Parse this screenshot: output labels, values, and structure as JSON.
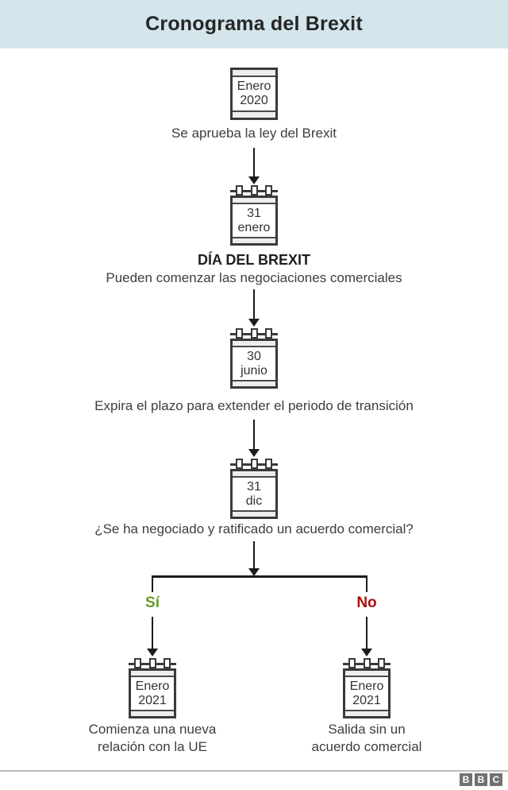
{
  "header": {
    "title": "Cronograma del Brexit"
  },
  "steps": [
    {
      "calendar": [
        "Enero",
        "2020"
      ],
      "caption": "Se aprueba la ley del Brexit"
    },
    {
      "calendar": [
        "31",
        "enero"
      ],
      "heading": "DÍA DEL BREXIT",
      "caption": "Pueden comenzar las negociaciones comerciales"
    },
    {
      "calendar": [
        "30",
        "junio"
      ],
      "caption": "Expira el plazo para extender el periodo de transición"
    },
    {
      "calendar": [
        "31",
        "dic"
      ],
      "caption": "¿Se ha negociado y ratificado un acuerdo comercial?"
    }
  ],
  "branch": {
    "yes": {
      "label": "Sí",
      "color": "#689b25",
      "calendar": [
        "Enero",
        "2021"
      ],
      "caption": "Comienza una nueva\nrelación con la UE"
    },
    "no": {
      "label": "No",
      "color": "#a8100f",
      "calendar": [
        "Enero",
        "2021"
      ],
      "caption": "Salida sin un\nacuerdo comercial"
    }
  },
  "footer": {
    "logo": [
      "B",
      "B",
      "C"
    ]
  },
  "colors": {
    "header_bg": "#d4e5eb",
    "text": "#3d3d3d",
    "line": "#1c1c1c"
  }
}
